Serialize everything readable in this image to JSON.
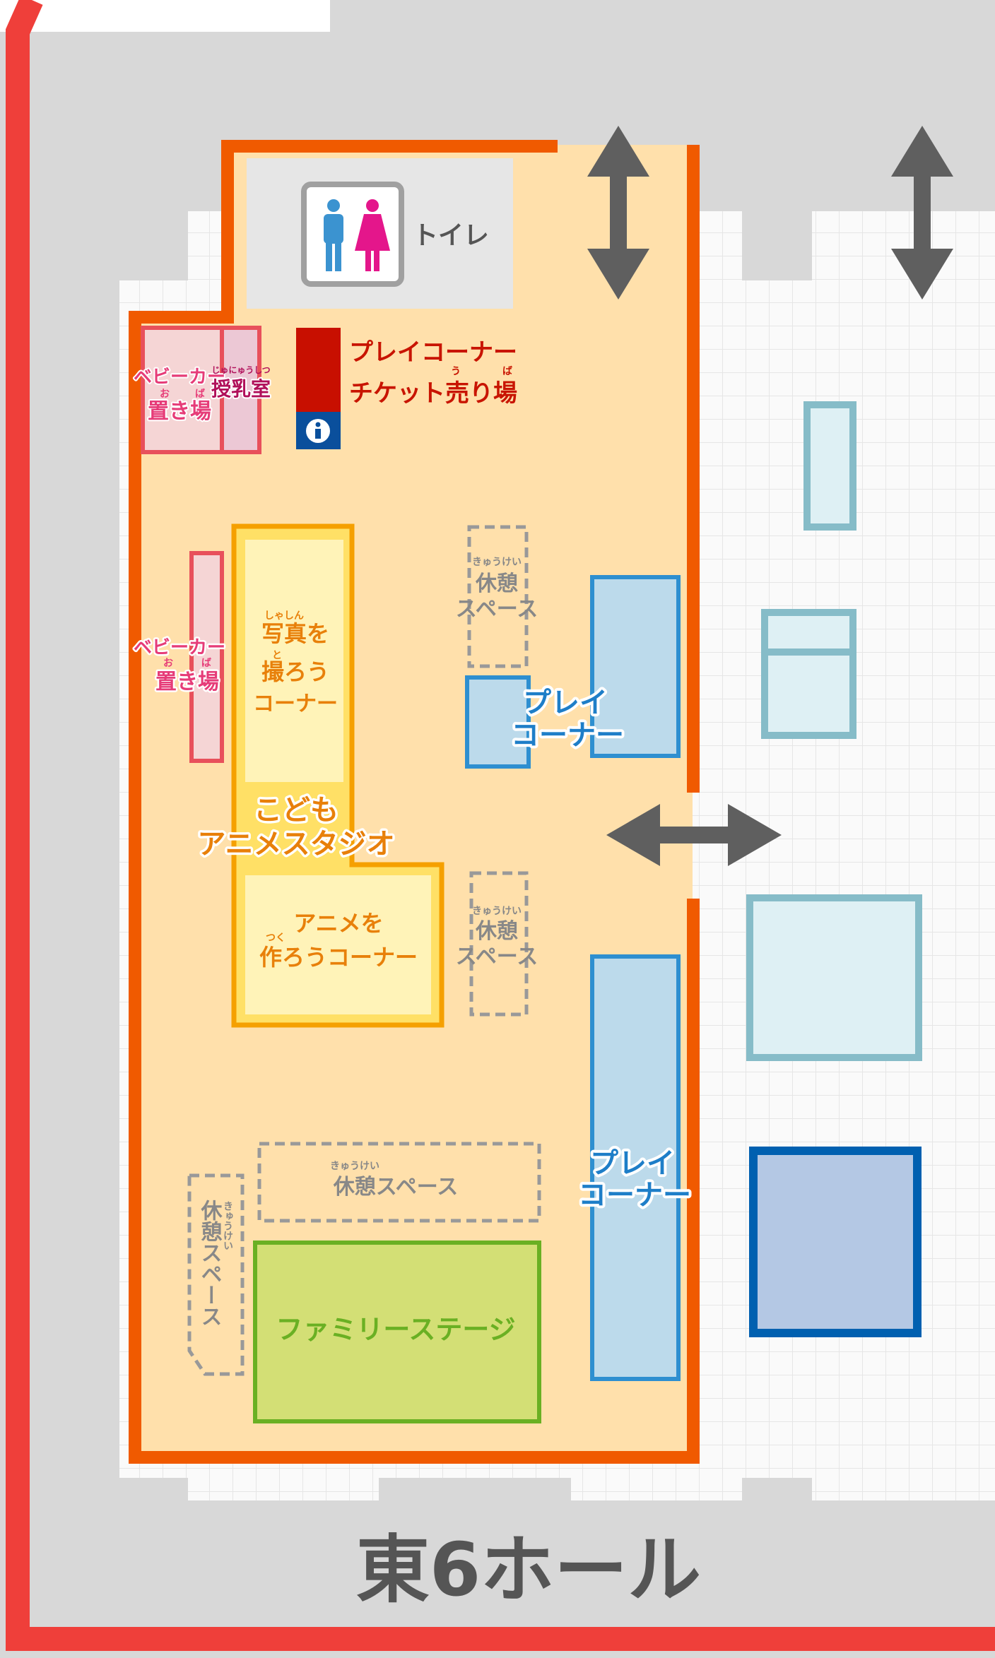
{
  "hall_name": "東6ホール",
  "colors": {
    "outer_border": "#ef3f3a",
    "zone_border": "#f05a00",
    "zone_fill": "#ffe0ab",
    "play_corner": "#2e8fd0",
    "family_stage": "#6ab023",
    "studio": "#f5a000",
    "rest_space": "#999999",
    "ticket": "#c80f00",
    "info": "#0a4f9c"
  },
  "toilet": {
    "label": "トイレ",
    "icon": "restroom-icon"
  },
  "ticket_booth": {
    "line1": "プレイコーナー",
    "line2": "チケット売り場",
    "ruby_u": "う",
    "ruby_ba": "ば",
    "icon": "info-icon"
  },
  "stroller_top": {
    "line1": "ベビーカー",
    "line2": "置き場",
    "ruby_o": "お",
    "ruby_ba": "ば"
  },
  "nursing_room": {
    "label": "授乳室",
    "ruby": "じゅにゅうしつ"
  },
  "stroller_mid": {
    "line1": "ベビーカー",
    "line2": "置き場",
    "ruby_o": "お",
    "ruby_ba": "ば"
  },
  "studio": {
    "line1": "こども",
    "line2": "アニメスタジオ"
  },
  "photo_corner": {
    "line1": "写真を",
    "line2": "撮ろう",
    "line3": "コーナー",
    "ruby_shashin": "しゃしん",
    "ruby_to": "と"
  },
  "anime_corner": {
    "line1": "アニメを",
    "line2": "作ろうコーナー",
    "ruby_tsuku": "つく"
  },
  "rest_spaces": [
    {
      "ruby": "きゅうけい",
      "line1": "休憩",
      "line2": "スペース"
    },
    {
      "ruby": "きゅうけい",
      "line1": "休憩",
      "line2": "スペース"
    },
    {
      "ruby": "きゅうけい",
      "label": "休憩スペース"
    },
    {
      "ruby": "きゅうけい",
      "label": "休憩スペース"
    }
  ],
  "play_corners": [
    {
      "line1": "プレイ",
      "line2": "コーナー"
    },
    {
      "line1": "プレイ",
      "line2": "コーナー"
    }
  ],
  "family_stage": {
    "label": "ファミリーステージ"
  },
  "arrows": [
    "up-down-arrow-icon",
    "up-down-arrow-icon",
    "left-right-arrow-icon"
  ]
}
